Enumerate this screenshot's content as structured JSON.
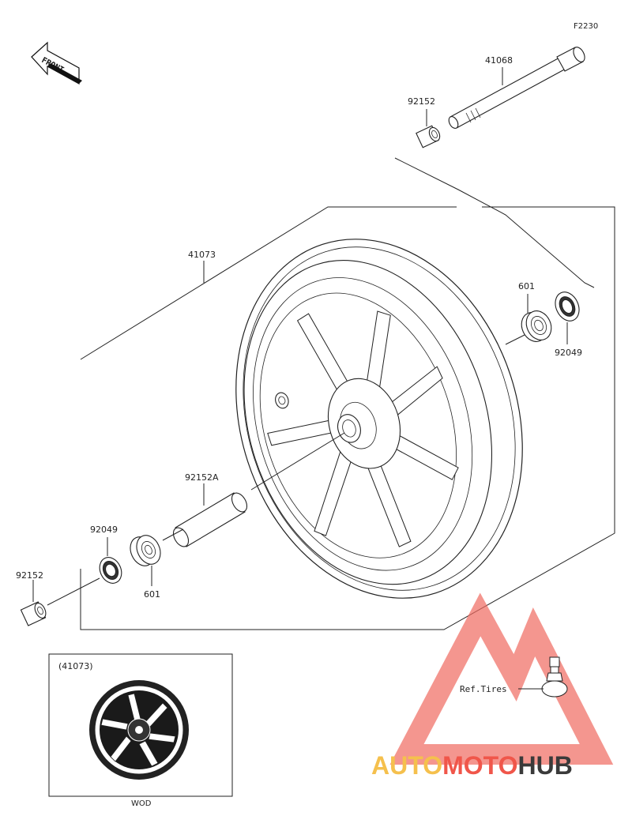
{
  "diagram_code": "F2230",
  "front_label": "FRONT",
  "labels": {
    "axle": "41068",
    "collar_top": "92152",
    "wheel": "41073",
    "bearing_right": "601",
    "seal_right": "92049",
    "spacer": "92152A",
    "seal_left": "92049",
    "collar_left": "92152",
    "bearing_left": "601"
  },
  "inset": {
    "part_ref": "(41073)",
    "caption": "WOD"
  },
  "ref_tires": "Ref.Tires",
  "watermark": {
    "part1": "AUTO",
    "part2": "MOTO",
    "part3": "HUB",
    "color1": "#f5c04d",
    "color2": "#f0564a",
    "color3": "#3a3a3a"
  }
}
